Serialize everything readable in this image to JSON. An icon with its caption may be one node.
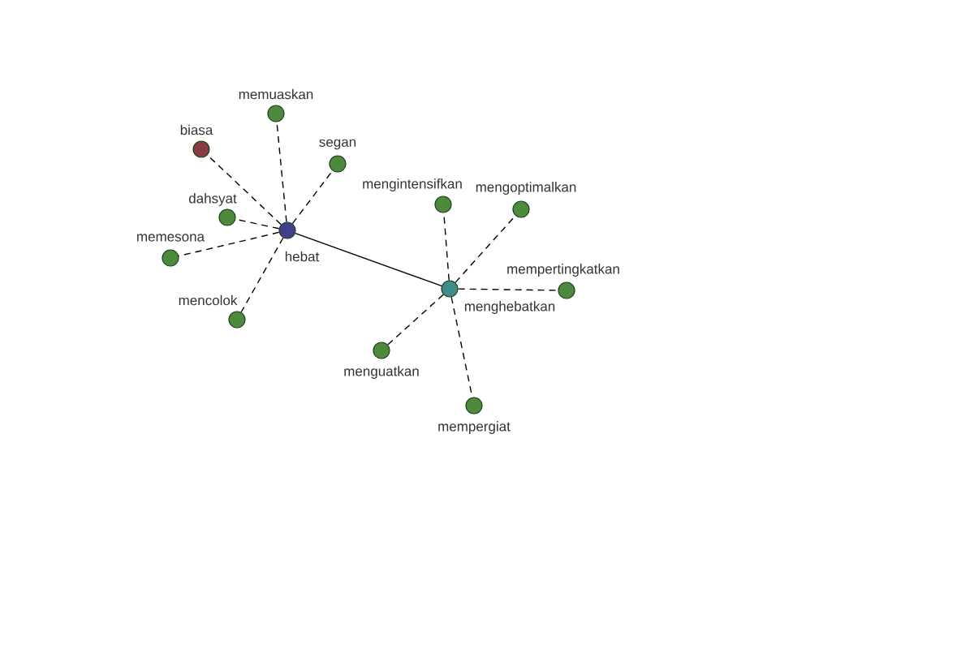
{
  "diagram": {
    "nodes": [
      {
        "text": [
          "memuaskan"
        ]
      },
      {
        "text": [
          "biasa"
        ]
      },
      {
        "text": [
          "segan"
        ]
      },
      {
        "text": [
          "dahsyat"
        ]
      },
      {
        "text": [
          "hebat"
        ]
      },
      {
        "text": [
          "memesona"
        ]
      },
      {
        "text": [
          "mencolok"
        ]
      },
      {
        "text": [
          "mengintensifkan"
        ]
      },
      {
        "text": [
          "mengoptimalkan"
        ]
      },
      {
        "text": [
          "menghebatkan"
        ]
      },
      {
        "text": [
          "mempertingkatkan"
        ]
      },
      {
        "text": [
          "menguatkan"
        ]
      },
      {
        "text": [
          "mempergiat"
        ]
      }
    ],
    "edges": [
      {
        "from": 4,
        "to": 0,
        "arrow": "none",
        "style": "dashed"
      },
      {
        "from": 4,
        "to": 1,
        "arrow": "none",
        "style": "dashed"
      },
      {
        "from": 4,
        "to": 2,
        "arrow": "none",
        "style": "dashed"
      },
      {
        "from": 4,
        "to": 3,
        "arrow": "none",
        "style": "dashed"
      },
      {
        "from": 4,
        "to": 5,
        "arrow": "none",
        "style": "dashed"
      },
      {
        "from": 4,
        "to": 6,
        "arrow": "none",
        "style": "dashed"
      },
      {
        "from": 4,
        "to": 9,
        "arrow": "none"
      },
      {
        "from": 9,
        "to": 7,
        "arrow": "none",
        "style": "dashed"
      },
      {
        "from": 9,
        "to": 8,
        "arrow": "none",
        "style": "dashed"
      },
      {
        "from": 9,
        "to": 10,
        "arrow": "none",
        "style": "dashed"
      },
      {
        "from": 9,
        "to": 11,
        "arrow": "none",
        "style": "dashed"
      },
      {
        "from": 9,
        "to": 12,
        "arrow": "none",
        "style": "dashed"
      }
    ]
  }
}
